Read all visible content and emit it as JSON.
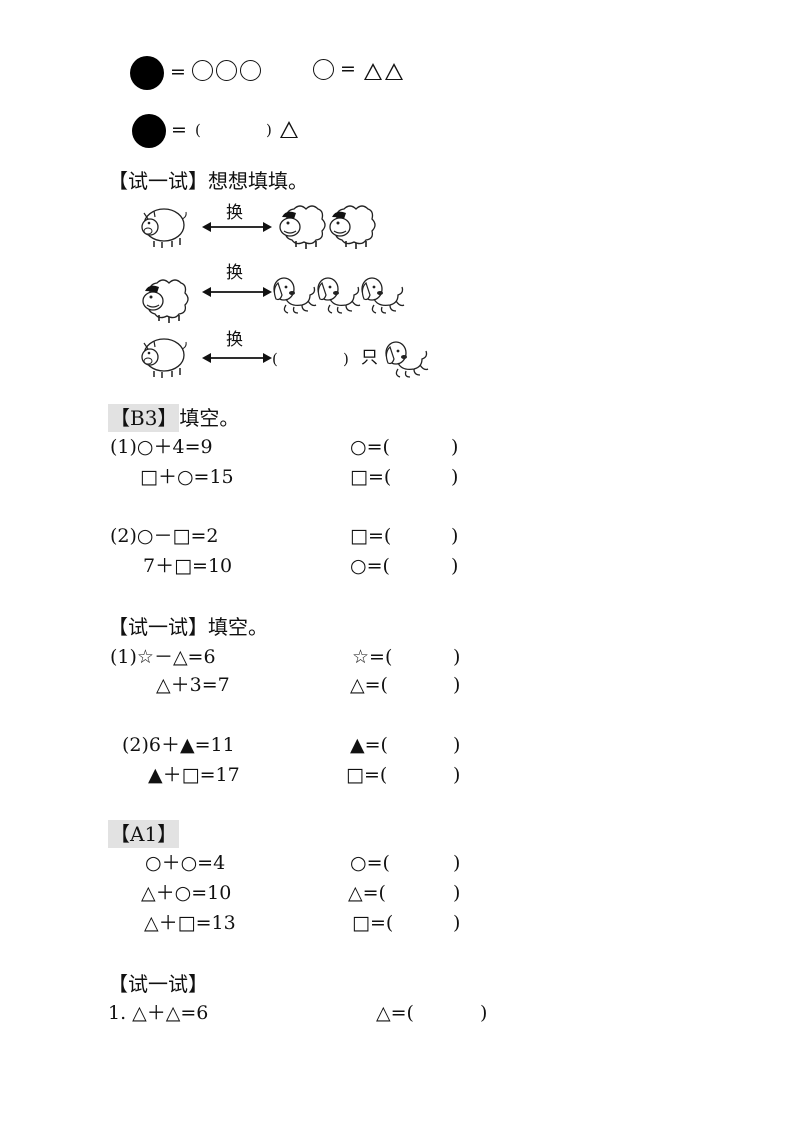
{
  "intro": {
    "eq_sign": "=",
    "fill_left": "(",
    "fill_right": ")"
  },
  "try1": {
    "heading": "【试一试】想想填填。",
    "exchange_label": "换",
    "row3_left": "(",
    "row3_right": ")",
    "row3_unit": "只"
  },
  "b3": {
    "tag": "【B3】",
    "title": "填空。",
    "lines": [
      {
        "left": "(1)○＋4=9",
        "right": "○=(",
        "close": ")"
      },
      {
        "left": "□＋○=15",
        "right": "□=(",
        "close": ")"
      },
      {
        "left": "(2)○－□=2",
        "right": "□=(",
        "close": ")"
      },
      {
        "left": "7＋□=10",
        "right": "○=(",
        "close": ")"
      }
    ]
  },
  "try2": {
    "heading": "【试一试】填空。",
    "lines": [
      {
        "left": "(1)☆－△=6",
        "right": "☆=(",
        "close": ")"
      },
      {
        "left": "△＋3=7",
        "right": "△=(",
        "close": ")"
      },
      {
        "left": "(2)6＋▲=11",
        "right": "▲=(",
        "close": ")"
      },
      {
        "left": "▲＋□=17",
        "right": "□=(",
        "close": ")"
      }
    ]
  },
  "a1": {
    "tag": "【A1】",
    "lines": [
      {
        "left": "○＋○=4",
        "right": "○=(",
        "close": ")"
      },
      {
        "left": "△＋○=10",
        "right": "△=(",
        "close": ")"
      },
      {
        "left": "△＋□=13",
        "right": "□=(",
        "close": ")"
      }
    ]
  },
  "try3": {
    "heading": "【试一试】",
    "lines": [
      {
        "left": "1. △＋△=6",
        "right": "△=(",
        "close": ")"
      }
    ]
  }
}
